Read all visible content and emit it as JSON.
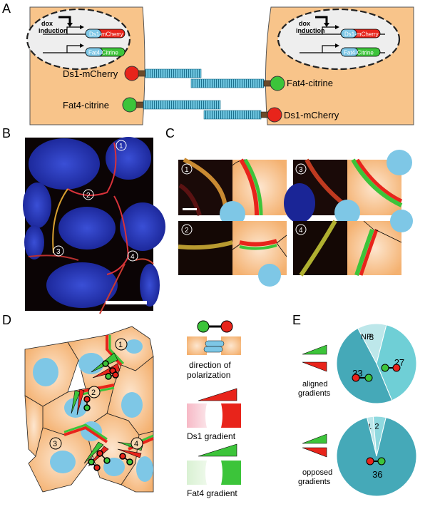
{
  "panels": {
    "a": "A",
    "b": "B",
    "c": "C",
    "d": "D",
    "e": "E"
  },
  "panel_a": {
    "dox_left": "dox",
    "induction_left": "induction",
    "dox_right": "dox",
    "induction_right": "induction",
    "ds1_gene_a": "Ds1",
    "ds1_gene_b": "-mCherry",
    "fat4_gene_a": "Fat4",
    "fat4_gene_b": "-Citrine",
    "ds1_left": "Ds1-mCherry",
    "fat4_left": "Fat4-citrine",
    "fat4_right": "Fat4-citrine",
    "ds1_right": "Ds1-mCherry"
  },
  "circled": {
    "n1": "1",
    "n2": "2",
    "n3": "3",
    "n4": "4"
  },
  "panel_d": {
    "dir_line1": "direction of",
    "dir_line2": "polarization",
    "ds1_gradient": "Ds1 gradient",
    "fat4_gradient": "Fat4 gradient"
  },
  "panel_e": {
    "aligned_1": "aligned",
    "aligned_2": "gradients",
    "opposed_1": "opposed",
    "opposed_2": "gradients",
    "np_label": "NP",
    "aligned_values": [
      8,
      27,
      33
    ],
    "opposed_values": [
      1,
      2,
      36
    ]
  },
  "colors": {
    "cell": "#f8c48a",
    "nucleus": "#7ec7e6",
    "teal": "#4aaebb",
    "red": "#e8241b",
    "green": "#3cc43a"
  }
}
